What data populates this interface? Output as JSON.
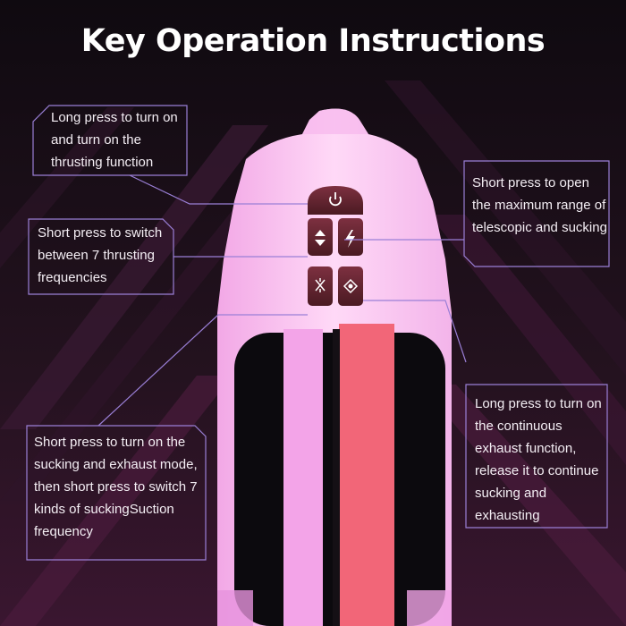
{
  "title": "Key Operation Instructions",
  "callouts": {
    "power": "Long press to turn on and turn on the thrusting function",
    "thrust_frequency": "Short press to switch between 7 thrusting frequencies",
    "max_range": "Short press to open the maximum range of telescopic and sucking",
    "sucking_mode": "Short press to turn on the sucking and exhaust mode, then short press to switch 7 kinds of suckingSuction frequency",
    "exhaust": "Long press to turn on the continuous exhaust function, release it to continue sucking and exhausting"
  },
  "buttons": [
    {
      "name": "power-button",
      "icon": "power-icon"
    },
    {
      "name": "thrust-frequency-button",
      "icon": "up-down-arrows-icon"
    },
    {
      "name": "max-range-button",
      "icon": "lightning-icon"
    },
    {
      "name": "sucking-mode-button",
      "icon": "burst-icon"
    },
    {
      "name": "exhaust-button",
      "icon": "target-icon"
    }
  ],
  "colors": {
    "accent_line": "#9a7fd6",
    "device_pink": "#f7b8ee",
    "button_maroon": "#6b2630",
    "background": "#1a0f18"
  }
}
